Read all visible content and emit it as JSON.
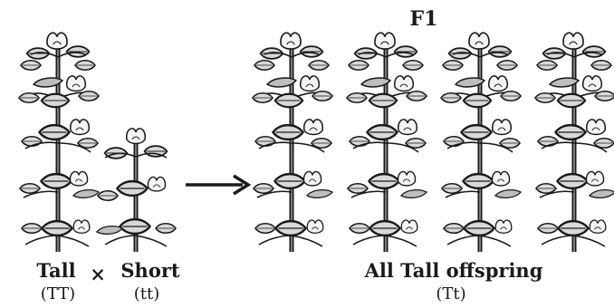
{
  "generation_label": "F1",
  "parents": {
    "tall_label": "Tall",
    "tall_genotype": "(TT)",
    "cross_symbol": "×",
    "short_label": "Short",
    "short_genotype": "(tt)"
  },
  "offspring": {
    "label": "All Tall offspring",
    "genotype": "(Tt)",
    "count": 4
  },
  "colors": {
    "ink": "#1a1a1a",
    "leaf_fill": "#d9d9d9",
    "flower_fill": "#f4f4f4"
  },
  "icons": [
    "tall-pea-plant-icon",
    "short-pea-plant-icon",
    "arrow-right-icon"
  ]
}
